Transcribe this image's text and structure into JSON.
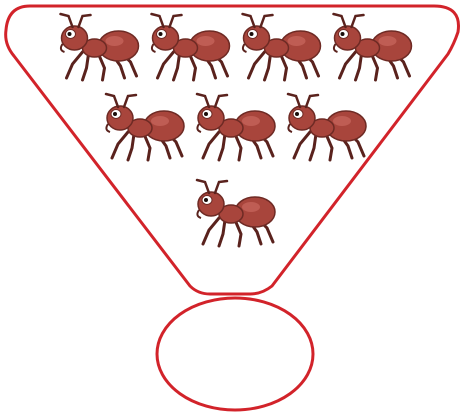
{
  "diagram": {
    "outline_color": "#d2232a",
    "ant_body_color": "#a8453c",
    "ant_shadow_color": "#6e2a24",
    "ant_highlight_color": "#c9685e",
    "rows": [
      {
        "ant_count": 4
      },
      {
        "ant_count": 3
      },
      {
        "ant_count": 1
      }
    ],
    "bottom_circle_content": ""
  }
}
